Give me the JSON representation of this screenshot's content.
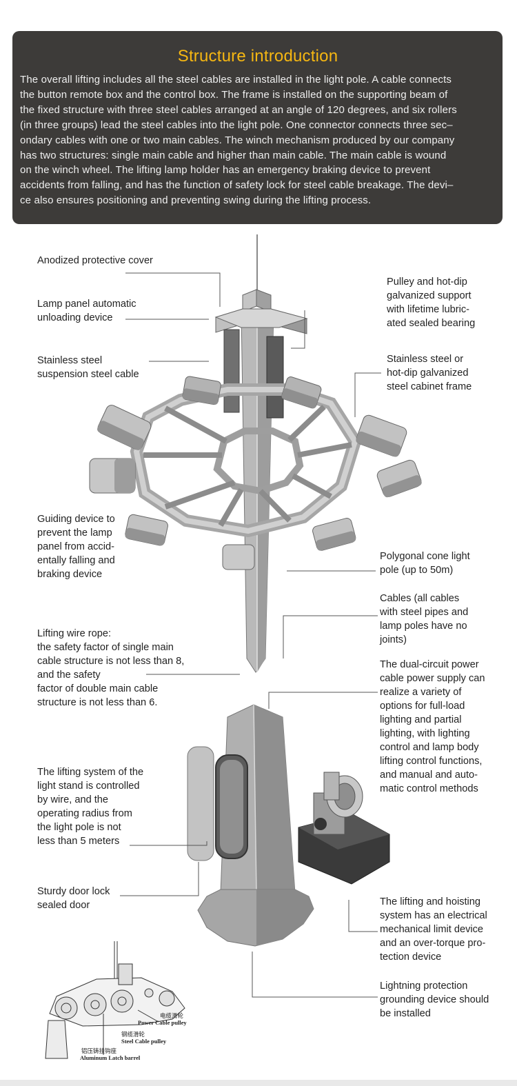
{
  "intro": {
    "title": "Structure introduction",
    "body": "The overall lifting includes all the steel cables are installed in the light pole. A cable connects\nthe button remote box and the control box. The frame is installed on the supporting beam of\nthe fixed structure with three steel cables arranged at an angle of 120 degrees, and six rollers\n(in three groups) lead the steel cables into the light pole. One connector connects three sec–\nondary cables with one or two main cables. The winch mechanism produced by our company\nhas two structures: single main cable and higher than main cable. The main cable is wound\non the winch wheel. The lifting lamp holder has an emergency braking device to prevent\naccidents from falling, and has the function of safety lock for steel cable breakage. The devi–\nce also ensures positioning and preventing swing during the lifting process."
  },
  "labels": {
    "anodized_cover": "Anodized protective cover",
    "lamp_panel_unloading": "Lamp panel automatic\nunloading device",
    "suspension_cable": "Stainless steel\nsuspension steel cable",
    "guiding_device": "Guiding device to\nprevent the lamp\npanel from accid-\nentally falling and\nbraking device",
    "lifting_wire_rope": "Lifting wire rope:\nthe safety factor of single main\ncable structure is not less than 8,\nand the safety\nfactor of double main cable\nstructure is not less than 6.",
    "lifting_system_wire": "The lifting system of the\nlight stand is controlled\nby wire, and the\noperating radius from\nthe light pole is not\nless than 5 meters",
    "door_lock": "Sturdy door lock\nsealed door",
    "pulley_support": "Pulley and hot-dip\ngalvanized support\nwith lifetime lubric-\nated sealed bearing",
    "cabinet_frame": "Stainless steel or\nhot-dip galvanized\nsteel cabinet frame",
    "cone_pole": "Polygonal cone light\npole (up to 50m)",
    "cables": "Cables (all cables\nwith steel pipes and\nlamp poles have no\njoints)",
    "dual_circuit": "The dual-circuit power\ncable power supply can\nrealize a variety of\noptions for full-load\nlighting and partial\nlighting, with lighting\ncontrol and lamp body\nlifting control functions,\nand manual and auto-\nmatic control methods",
    "limit_device": "The lifting and hoisting\nsystem has an electrical\nmechanical limit device\nand an over-torque pro-\ntection device",
    "lightning": "Lightning protection\ngrounding device should\nbe installed"
  },
  "inset_captions": {
    "power_pulley_cn": "电缆滑轮",
    "power_pulley_en": "Power Cable pulley",
    "steel_pulley_cn": "钢缆滑轮",
    "steel_pulley_en": "Steel Cable pulley",
    "latch_barrel_cn": "铝压铸挂钩座",
    "latch_barrel_en": "Aluminum Latch barrel"
  },
  "colors": {
    "panel_bg": "#3d3b39",
    "title": "#f6b712",
    "body_text": "#efefef",
    "metal_light": "#c7c7c7",
    "metal_mid": "#a5a5a5",
    "metal_dark": "#6d6d6d",
    "leader_line": "#555555"
  }
}
